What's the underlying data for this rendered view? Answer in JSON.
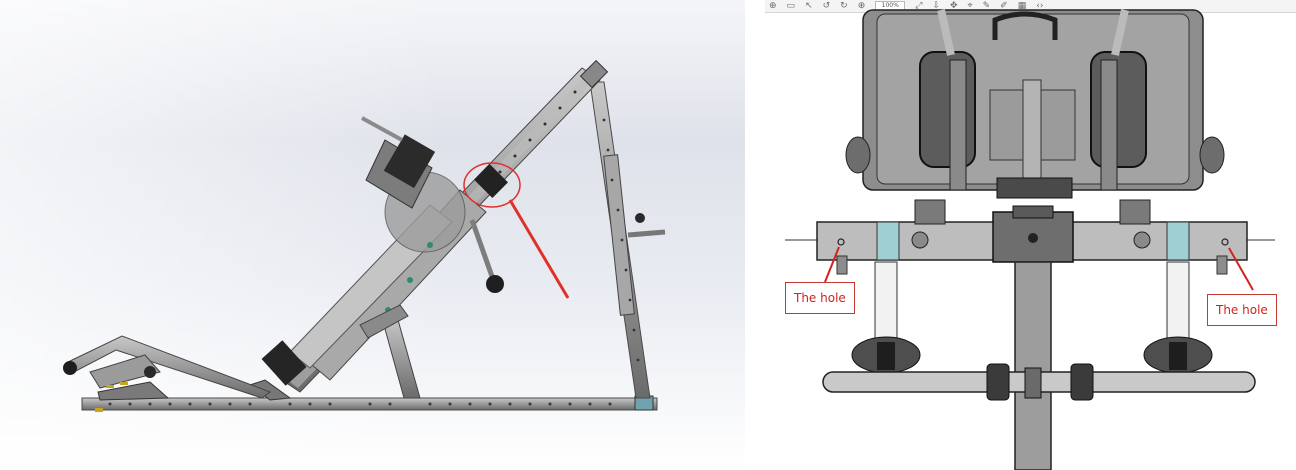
{
  "left_image": {
    "description_icon": "cad-render-side-view",
    "highlight_color": "#e0302a"
  },
  "right_image": {
    "toolbar": {
      "icons": [
        "zoom-icon",
        "page-icon",
        "select-icon",
        "rotate-left-icon",
        "rotate-right-icon",
        "zoom-in-icon",
        "zoom-box",
        "fit-icon",
        "download-icon",
        "pan-icon",
        "measure-icon",
        "markup-icon",
        "edit-icon",
        "grid-icon",
        "expand-icon"
      ],
      "glyphs": [
        "⊕",
        "▭",
        "↖",
        "↺",
        "↻",
        "⊕",
        "",
        "⤢",
        "⇩",
        "✥",
        "⌖",
        "✎",
        "✐",
        "▦",
        "‹›"
      ],
      "zoom_text": "100%"
    },
    "callout_left": "The hole",
    "callout_right": "The hole",
    "accent_color": "#d2231e"
  }
}
